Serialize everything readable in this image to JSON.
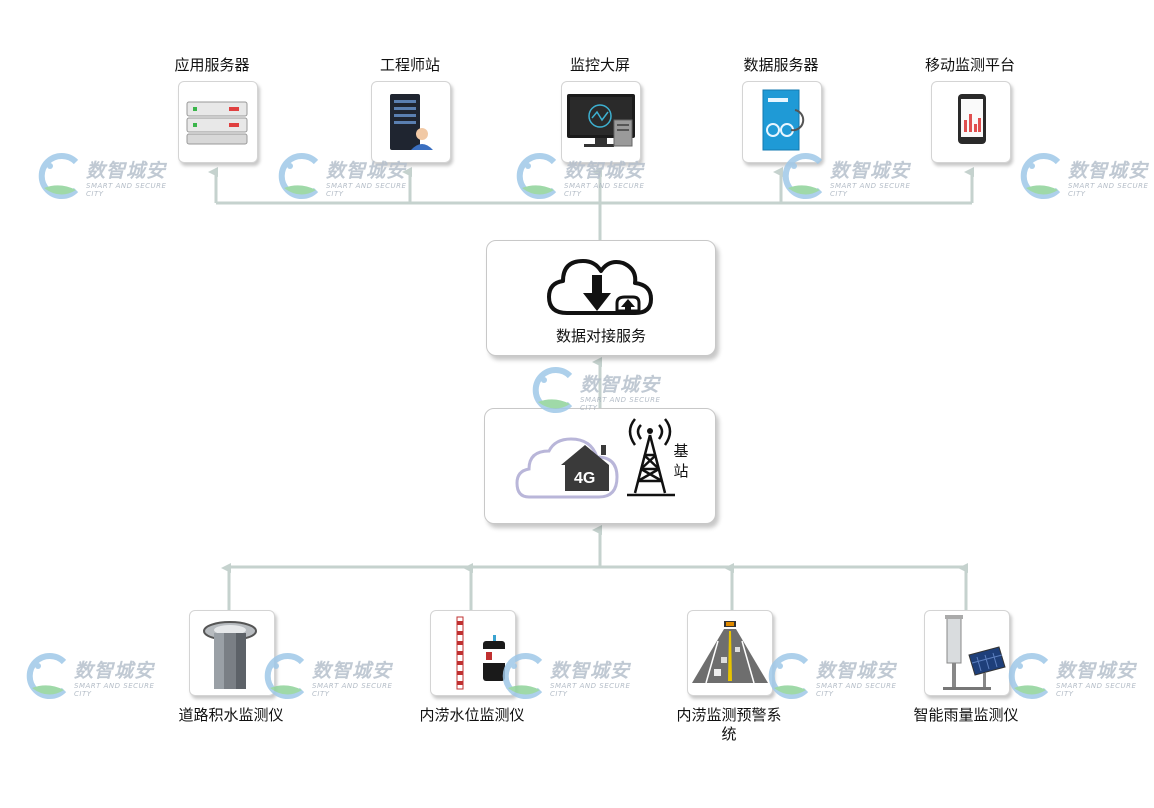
{
  "colors": {
    "connector": "#c5d2ce",
    "tile_border": "#d4d4d4",
    "watermark_text": "#b6c0cc"
  },
  "top_nodes": [
    {
      "label": "应用服务器",
      "icon": "rack-server-icon"
    },
    {
      "label": "工程师站",
      "icon": "engineer-station-icon"
    },
    {
      "label": "监控大屏",
      "icon": "monitor-screen-icon"
    },
    {
      "label": "数据服务器",
      "icon": "data-server-icon"
    },
    {
      "label": "移动监测平台",
      "icon": "mobile-phone-icon"
    }
  ],
  "center": {
    "data_service": {
      "label": "数据对接服务",
      "icon": "cloud-transfer-icon"
    },
    "network": {
      "tower_label": "基\n站",
      "cloud_text": "4G",
      "icon": "cell-tower-icon"
    }
  },
  "bottom_nodes": [
    {
      "label": "道路积水监测仪",
      "icon": "water-sensor-icon"
    },
    {
      "label": "内涝水位监测仪",
      "icon": "water-level-gauge-icon"
    },
    {
      "label": "内涝监测预警系\n统",
      "icon": "road-warning-icon"
    },
    {
      "label": "智能雨量监测仪",
      "icon": "rain-gauge-icon"
    }
  ],
  "watermark": {
    "cn": "数智城安",
    "en": "SMART AND SECURE CITY"
  }
}
